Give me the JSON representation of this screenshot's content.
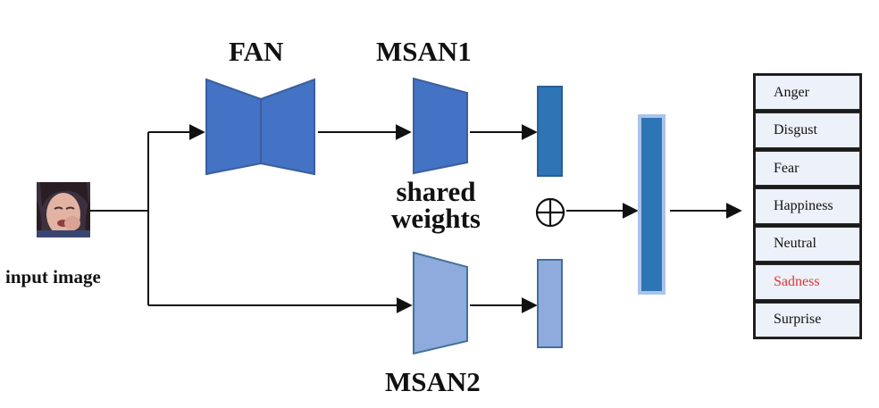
{
  "labels": {
    "fan": "FAN",
    "msan1": "MSAN1",
    "msan2": "MSAN2",
    "shared_weights_line1": "shared",
    "shared_weights_line2": "weights",
    "input_image": "input image",
    "sum_symbol": "⊕"
  },
  "emotions": [
    {
      "label": "Anger",
      "highlight": false
    },
    {
      "label": "Disgust",
      "highlight": false
    },
    {
      "label": "Fear",
      "highlight": false
    },
    {
      "label": "Happiness",
      "highlight": false
    },
    {
      "label": "Neutral",
      "highlight": false
    },
    {
      "label": "Sadness",
      "highlight": true
    },
    {
      "label": "Surprise",
      "highlight": false
    }
  ],
  "colors": {
    "fan_fill": "#4472c4",
    "msan1_fill": "#4472c4",
    "msan2_fill": "#8faadc",
    "feature_dark": "#2e75b6",
    "feature_light": "#8faadc",
    "fused_fill": "#2e75b6",
    "fused_border": "#a9c4ea",
    "highlight_text": "#e03535"
  }
}
